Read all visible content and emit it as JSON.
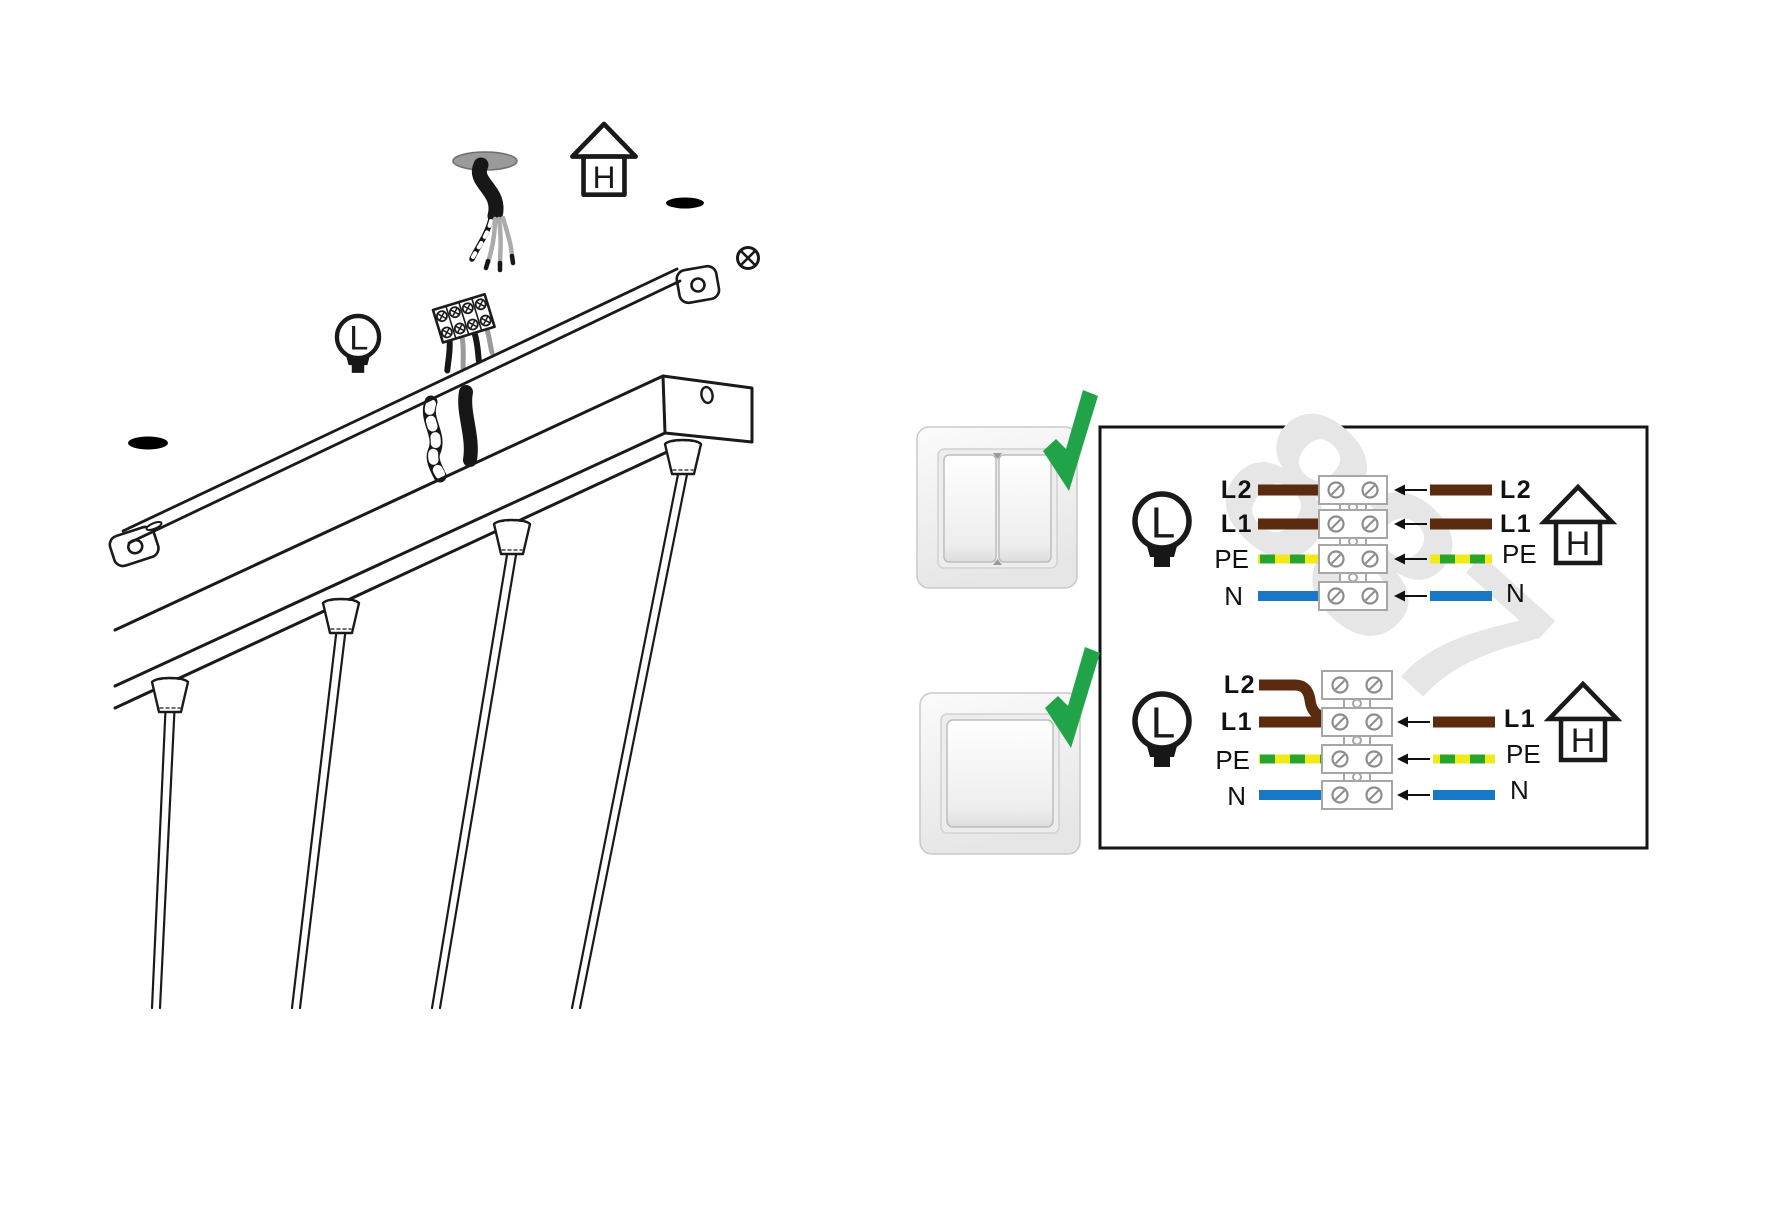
{
  "watermark": "837",
  "symbols": {
    "lamp": "L",
    "house": "H"
  },
  "colors": {
    "line": "#1a1a1a",
    "brown": "#5a2b0e",
    "blue": "#1878c6",
    "pe_yellow": "#f2ea18",
    "pe_green": "#28a42c",
    "check_green": "#21a447",
    "terminal": "#a6a6a6",
    "screw": "#8d8d8d",
    "hole_black": "#000000",
    "hole_gray": "#9a9a9a",
    "watermark": "#e6e6e6"
  },
  "wiring_panel": {
    "diagrams": [
      {
        "name": "two-gang switch wiring",
        "left_labels": [
          "L2",
          "L1",
          "PE",
          "N"
        ],
        "right_labels": [
          "L2",
          "L1",
          "PE",
          "N"
        ],
        "approved": true
      },
      {
        "name": "one-gang switch wiring",
        "left_labels": [
          "L2",
          "L1",
          "PE",
          "N"
        ],
        "right_labels": [
          "L1",
          "PE",
          "N"
        ],
        "approved": true
      }
    ]
  }
}
